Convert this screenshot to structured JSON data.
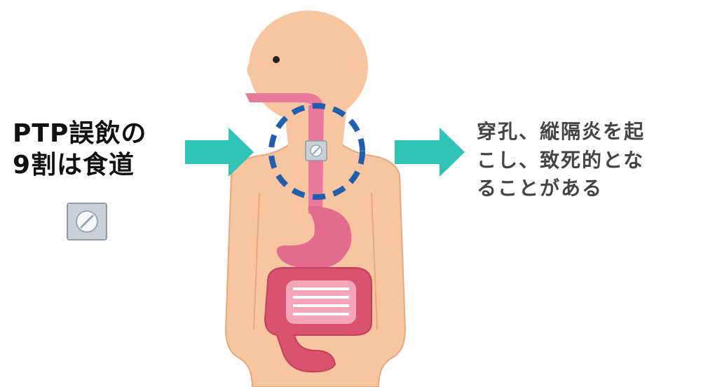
{
  "left_caption": {
    "lines": [
      "PTP誤飲の",
      "9割は食道"
    ]
  },
  "right_caption": {
    "lines": [
      "穿孔、縦隔炎を起",
      "こし、致死的とな",
      "ることがある"
    ]
  },
  "colors": {
    "arrow": "#2ec4b6",
    "skin": "#f7c59f",
    "skin_outline": "#e8a87c",
    "esophagus": "#e8799a",
    "stomach": "#e26b8e",
    "intestine": "#d9536f",
    "small_intestine": "#f4a6b8",
    "highlight_circle": "#1f5fae",
    "pill_pack": "#c9d0d6"
  },
  "icons": [
    "ptp-pill-pack-icon",
    "right-arrow-icon"
  ]
}
